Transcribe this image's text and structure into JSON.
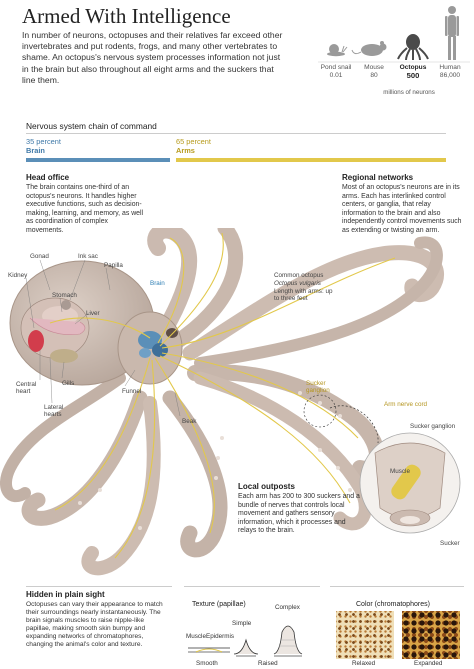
{
  "title": "Armed With Intelligence",
  "intro": "In number of neurons, octopuses and their relatives far exceed other invertebrates and put rodents, frogs, and many other vertebrates to shame. An octopus's nervous system processes information not just in the brain but also throughout all eight arms and the suckers that line them.",
  "neurons": {
    "animals": [
      {
        "name": "Pond snail",
        "value": "0.01",
        "highlight": false,
        "icon": "snail-icon"
      },
      {
        "name": "Mouse",
        "value": "80",
        "highlight": false,
        "icon": "mouse-icon"
      },
      {
        "name": "Octopus",
        "value": "500",
        "highlight": true,
        "icon": "octopus-icon"
      },
      {
        "name": "Human",
        "value": "86,000",
        "highlight": false,
        "icon": "human-icon"
      }
    ],
    "unit": "millions of neurons"
  },
  "chain": {
    "heading": "Nervous system chain of command",
    "brain": {
      "percent": "35 percent",
      "label": "Brain",
      "fraction": 0.35,
      "color": "#5b8fb8"
    },
    "arms": {
      "percent": "65 percent",
      "label": "Arms",
      "fraction": 0.65,
      "color": "#e2c84b"
    }
  },
  "head_office": {
    "heading": "Head office",
    "text": "The brain contains one-third of an octopus's neurons. It handles higher executive functions, such as decision-making, learning, and memory, as well as coordination of complex movements."
  },
  "regional": {
    "heading": "Regional networks",
    "text": "Most of an octopus's neurons are in its arms. Each has interlinked control centers, or ganglia, that relay information to the brain and also independently control movements such as extending or twisting an arm."
  },
  "common_octopus": {
    "name": "Common octopus",
    "species": "Octopus vulgaris",
    "length": "Length with arms: up to three feet"
  },
  "anatomy_labels": {
    "gonad": "Gonad",
    "ink_sac": "Ink sac",
    "papilla": "Papilla",
    "kidney": "Kidney",
    "stomach": "Stomach",
    "brain": "Brain",
    "liver": "Liver",
    "central_heart": "Central heart",
    "gills": "Gills",
    "lateral_hearts": "Lateral hearts",
    "funnel": "Funnel",
    "beak": "Beak",
    "sucker_ganglion": "Sucker ganglion",
    "arm_nerve_cord": "Arm nerve cord",
    "sucker_ganglion_detail": "Sucker ganglion",
    "muscle": "Muscle",
    "sucker": "Sucker"
  },
  "local_outposts": {
    "heading": "Local outposts",
    "text": "Each arm has 200 to 300 suckers and a bundle of nerves that controls local movement and gathers sensory information, which it processes and relays to the brain."
  },
  "hidden": {
    "heading": "Hidden in plain sight",
    "text": "Octopuses can vary their appearance to match their surroundings nearly instantaneously. The brain signals muscles to raise nipple-like papillae, making smooth skin bumpy and expanding networks of chromatophores, changing the animal's color and texture."
  },
  "texture": {
    "heading": "Texture (papillae)",
    "muscle": "Muscle",
    "epidermis": "Epidermis",
    "simple": "Simple",
    "complex": "Complex",
    "smooth": "Smooth",
    "raised": "Raised"
  },
  "color": {
    "heading": "Color (chromatophores)",
    "relaxed": "Relaxed",
    "expanded": "Expanded"
  }
}
